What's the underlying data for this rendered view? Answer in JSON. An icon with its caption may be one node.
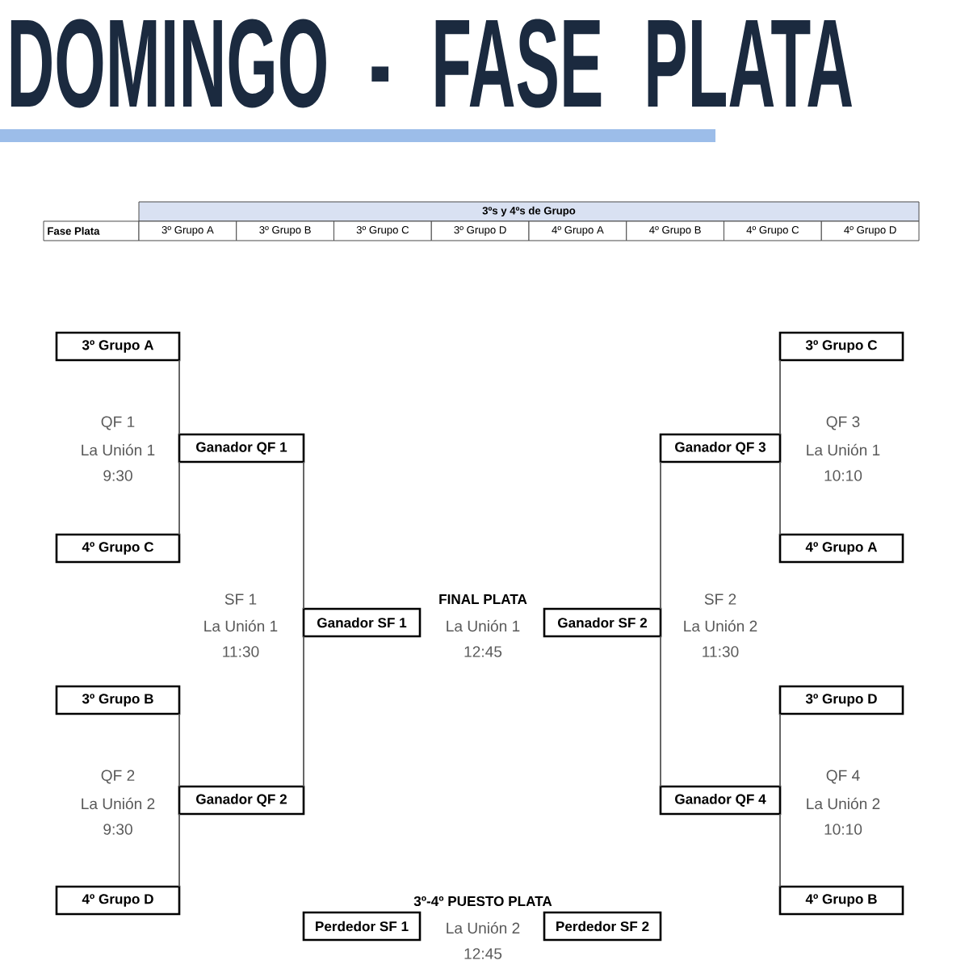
{
  "diagram": {
    "title": "DOMINGO - FASE PLATA",
    "nodes": [
      {
        "text": [
          "3º Grupo A"
        ]
      },
      {
        "text": [
          "3º Grupo C"
        ]
      },
      {
        "text": [
          "Ganador QF 1"
        ]
      },
      {
        "text": [
          "Ganador QF 3"
        ]
      },
      {
        "text": [
          "4º Grupo C"
        ]
      },
      {
        "text": [
          "4º Grupo A"
        ]
      },
      {
        "text": [
          "Ganador SF 1"
        ]
      },
      {
        "text": [
          "Ganador SF 2"
        ]
      },
      {
        "text": [
          "3º Grupo B"
        ]
      },
      {
        "text": [
          "3º Grupo D"
        ]
      },
      {
        "text": [
          "Ganador QF 2"
        ]
      },
      {
        "text": [
          "Ganador QF 4"
        ]
      },
      {
        "text": [
          "4º Grupo D"
        ]
      },
      {
        "text": [
          "4º Grupo B"
        ]
      },
      {
        "text": [
          "Perdedor SF 1"
        ]
      },
      {
        "text": [
          "Perdedor SF 2"
        ]
      }
    ],
    "edges": [
      {
        "from": 0,
        "to": 2,
        "arrow": "none"
      },
      {
        "from": 4,
        "to": 2,
        "arrow": "none"
      },
      {
        "from": 1,
        "to": 3,
        "arrow": "none"
      },
      {
        "from": 5,
        "to": 3,
        "arrow": "none"
      },
      {
        "from": 2,
        "to": 6,
        "arrow": "none"
      },
      {
        "from": 10,
        "to": 6,
        "arrow": "none"
      },
      {
        "from": 3,
        "to": 7,
        "arrow": "none"
      },
      {
        "from": 11,
        "to": 7,
        "arrow": "none"
      },
      {
        "from": 8,
        "to": 10,
        "arrow": "none"
      },
      {
        "from": 12,
        "to": 10,
        "arrow": "none"
      },
      {
        "from": 9,
        "to": 11,
        "arrow": "none"
      },
      {
        "from": 13,
        "to": 11,
        "arrow": "none"
      }
    ],
    "labels": [
      "3ºs y 4ºs de Grupo",
      "Fase Plata",
      "3º Grupo A",
      "3º Grupo B",
      "3º Grupo C",
      "3º Grupo D",
      "4º Grupo A",
      "4º Grupo B",
      "4º Grupo C",
      "4º Grupo D",
      "QF 1",
      "La Unión 1",
      "9:30",
      "QF 3",
      "La Unión 1",
      "10:10",
      "SF 1",
      "La Unión 1",
      "11:30",
      "FINAL PLATA",
      "La Unión 1",
      "12:45",
      "SF 2",
      "La Unión 2",
      "11:30",
      "QF 2",
      "La Unión 2",
      "9:30",
      "QF 4",
      "La Unión 2",
      "10:10",
      "3º-4º PUESTO PLATA",
      "La Unión 2",
      "12:45"
    ]
  }
}
